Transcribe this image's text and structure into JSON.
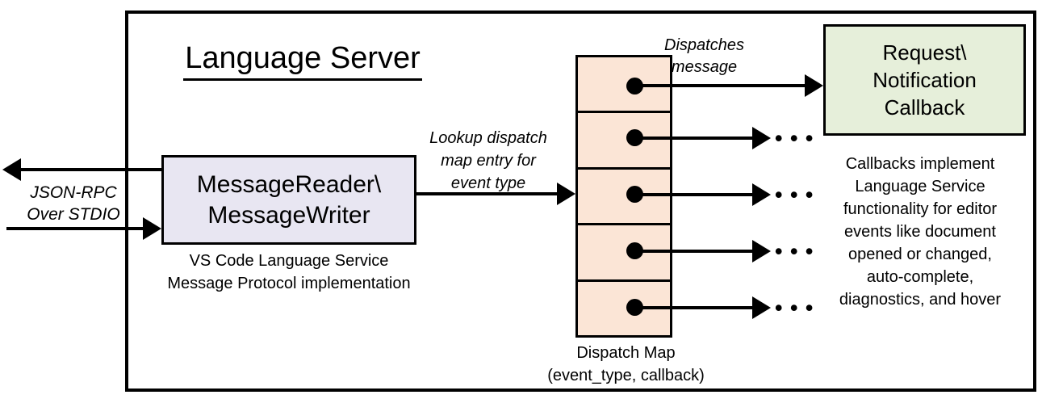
{
  "title": "Language Server",
  "io_label": {
    "line1": "JSON-RPC",
    "line2": "Over STDIO"
  },
  "message_reader_box": {
    "line1": "MessageReader\\",
    "line2": "MessageWriter"
  },
  "message_reader_caption": {
    "line1": "VS Code Language Service",
    "line2": "Message Protocol implementation"
  },
  "lookup_label": {
    "line1": "Lookup dispatch",
    "line2": "map entry for",
    "line3": "event type"
  },
  "dispatches_label": {
    "line1": "Dispatches",
    "line2": "message"
  },
  "callback_box": {
    "line1": "Request\\",
    "line2": "Notification",
    "line3": "Callback"
  },
  "callbacks_note": {
    "lines": [
      "Callbacks implement",
      "Language Service",
      "functionality for editor",
      "events like document",
      "opened or changed,",
      "auto-complete,",
      "diagnostics, and hover"
    ]
  },
  "dispatch_map_caption": {
    "line1": "Dispatch Map",
    "line2": "(event_type, callback)"
  },
  "icons": {
    "ellipsis": "• • •"
  },
  "colors": {
    "border": "#000000",
    "message_reader_fill": "#e8e6f2",
    "dispatch_map_fill": "#fbe5d6",
    "callback_fill": "#e6efda"
  }
}
